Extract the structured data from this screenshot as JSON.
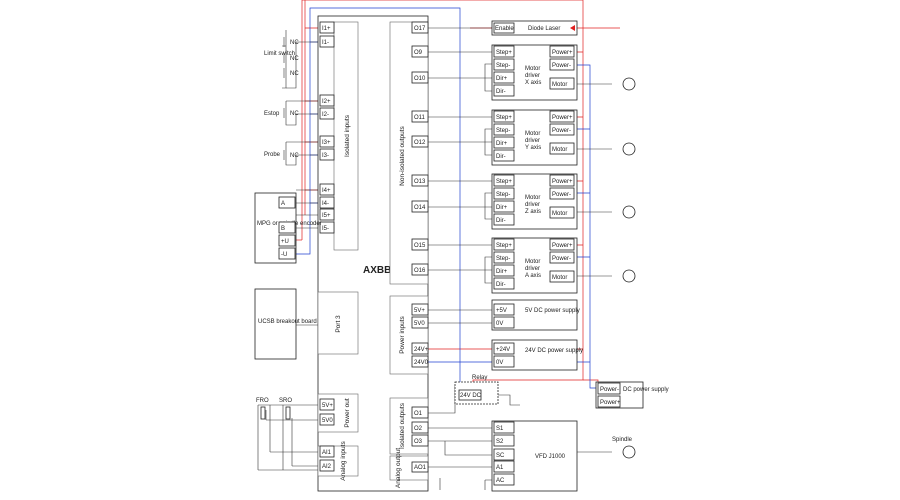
{
  "colors": {
    "positive": "#e02020",
    "negative": "#2040d0",
    "line": "#333333"
  },
  "board": {
    "name": "AXBB",
    "sections": {
      "isolated_inputs": "Isolated inputs",
      "non_isolated_outputs": "Non-isolated outputs",
      "port3": "Port 3",
      "power_inputs": "Power inputs",
      "power_out": "Power out",
      "isolated_outputs": "Isolated outputs",
      "analog_output": "Analog output",
      "analog_inputs": "Analog inputs"
    },
    "inputs": [
      "I1+",
      "I1-",
      "I2+",
      "I2-",
      "I3+",
      "I3-",
      "I4+",
      "I4-",
      "I5+",
      "I5-"
    ],
    "outputs": [
      "O17",
      "O9",
      "O10",
      "O11",
      "O12",
      "O13",
      "O14",
      "O15",
      "O16"
    ],
    "power_in": [
      "5V+",
      "5V0",
      "24V+",
      "24V0"
    ],
    "power_out": [
      "5V+",
      "5V0"
    ],
    "iso_out": [
      "O1",
      "O2",
      "O3"
    ],
    "analog_out": "AO1",
    "analog_in": [
      "AI1",
      "AI2"
    ]
  },
  "left": {
    "limit_switch": "Limit switch",
    "estop": "Estop",
    "probe": "Probe",
    "nc": "NC",
    "encoder": {
      "title": "MPG or spindle encoder",
      "pins": [
        "A",
        "B",
        "+U",
        "-U"
      ]
    },
    "ucsb": "UCSB breakout board",
    "fro": "FRO",
    "sro": "SRO"
  },
  "laser": {
    "enable": "Enable",
    "label": "Diode Laser"
  },
  "drivers": {
    "labels": [
      "Motor driver X axis",
      "Motor driver Y axis",
      "Motor driver Z axis",
      "Motor driver A axis"
    ],
    "pins": [
      "Step+",
      "Step-",
      "Dir+",
      "Dir-"
    ],
    "power_pos": "Power+",
    "power_neg": "Power-",
    "motor": "Motor"
  },
  "psu5": {
    "pins": [
      "+5V",
      "0V"
    ],
    "label": "5V DC power supply"
  },
  "psu24": {
    "pins": [
      "+24V",
      "0V"
    ],
    "label": "24V DC power supply"
  },
  "relay": {
    "title": "Relay",
    "coil": "24V DC"
  },
  "dc_supply": {
    "pins": [
      "Power-",
      "Power+"
    ],
    "label": "DC power supply"
  },
  "vfd": {
    "label": "VFD J1000",
    "pins": [
      "S1",
      "S2",
      "SC",
      "A1",
      "AC"
    ]
  },
  "spindle": "Spindle"
}
